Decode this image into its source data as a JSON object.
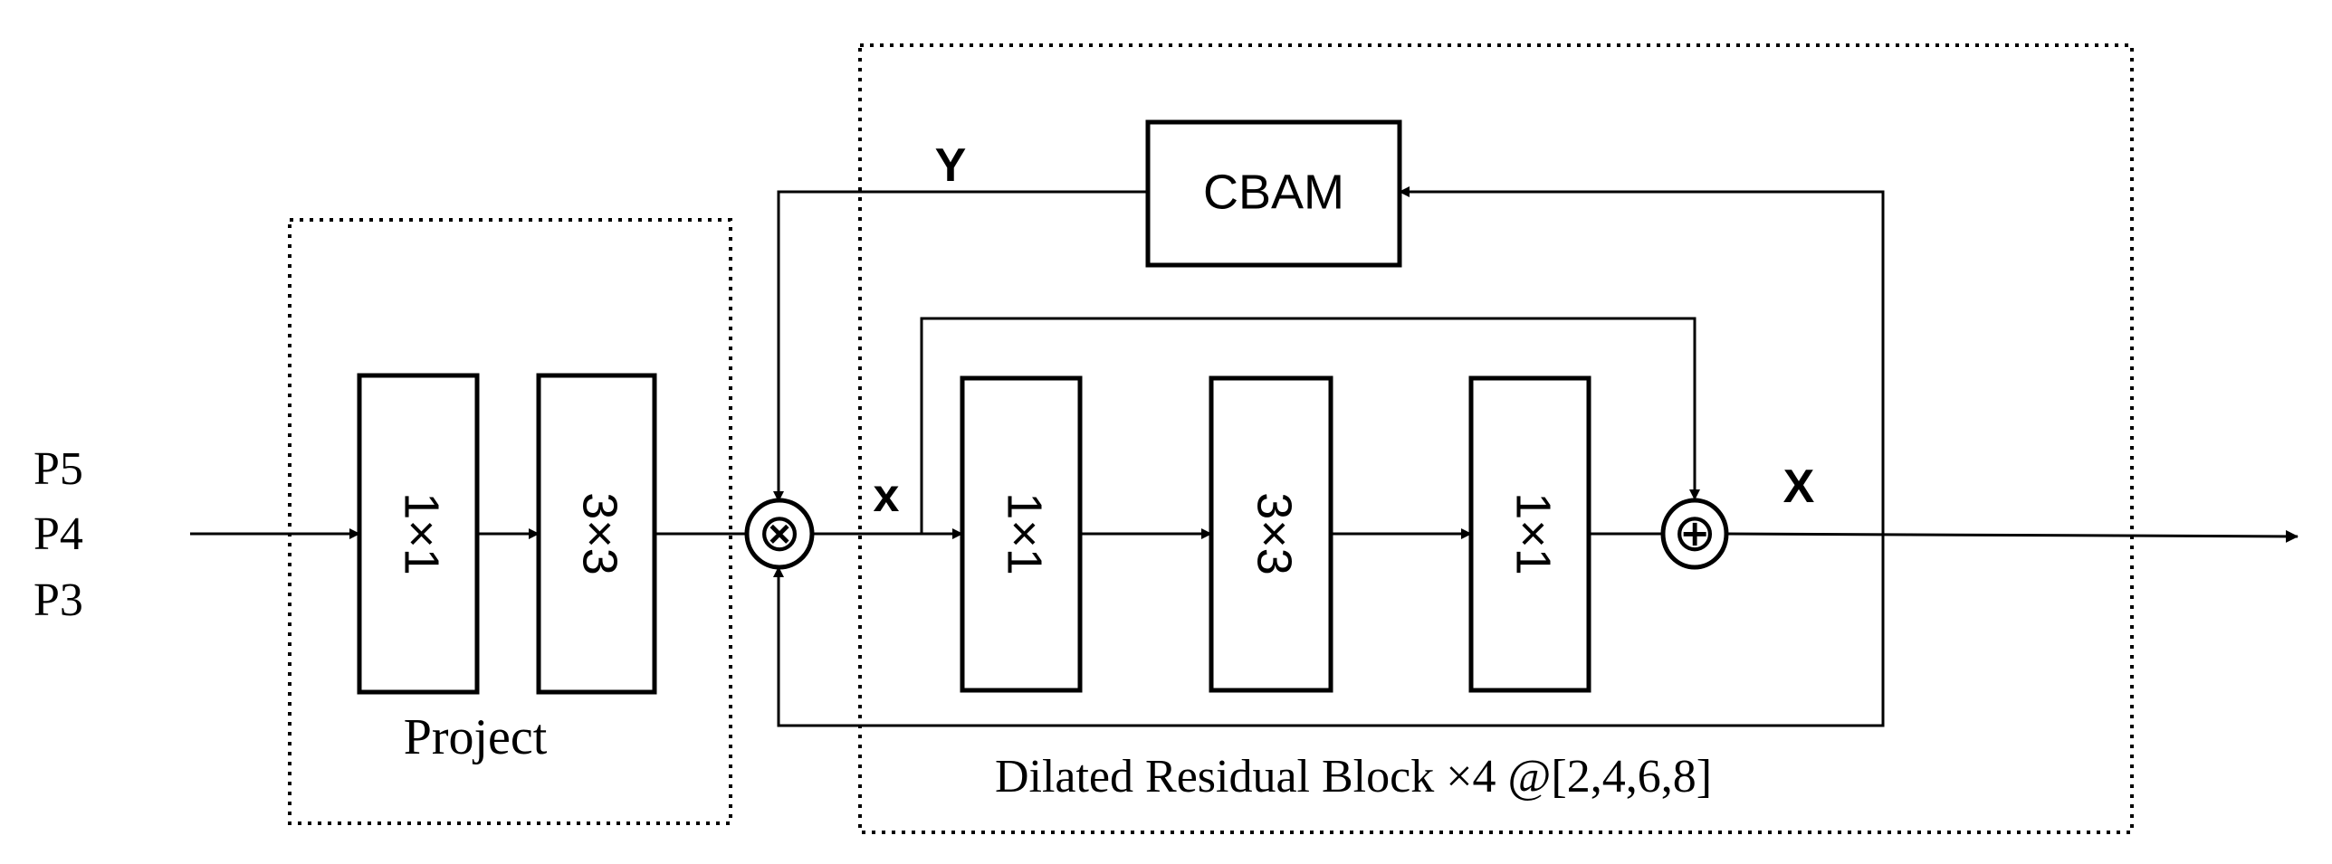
{
  "inputs": [
    "P5",
    "P4",
    "P3"
  ],
  "project": {
    "label": "Project",
    "block1": "1×1",
    "block2": "3×3"
  },
  "residual": {
    "label": "Dilated Residual Block ×4 @[2,4,6,8]",
    "block1": "1×1",
    "block2": "3×3",
    "block3": "1×1"
  },
  "attention": {
    "label": "CBAM"
  },
  "symbols": {
    "multiply": "⊗",
    "add": "⊕"
  },
  "signals": {
    "y": "Y",
    "x_lower": "x",
    "x_upper": "X"
  }
}
